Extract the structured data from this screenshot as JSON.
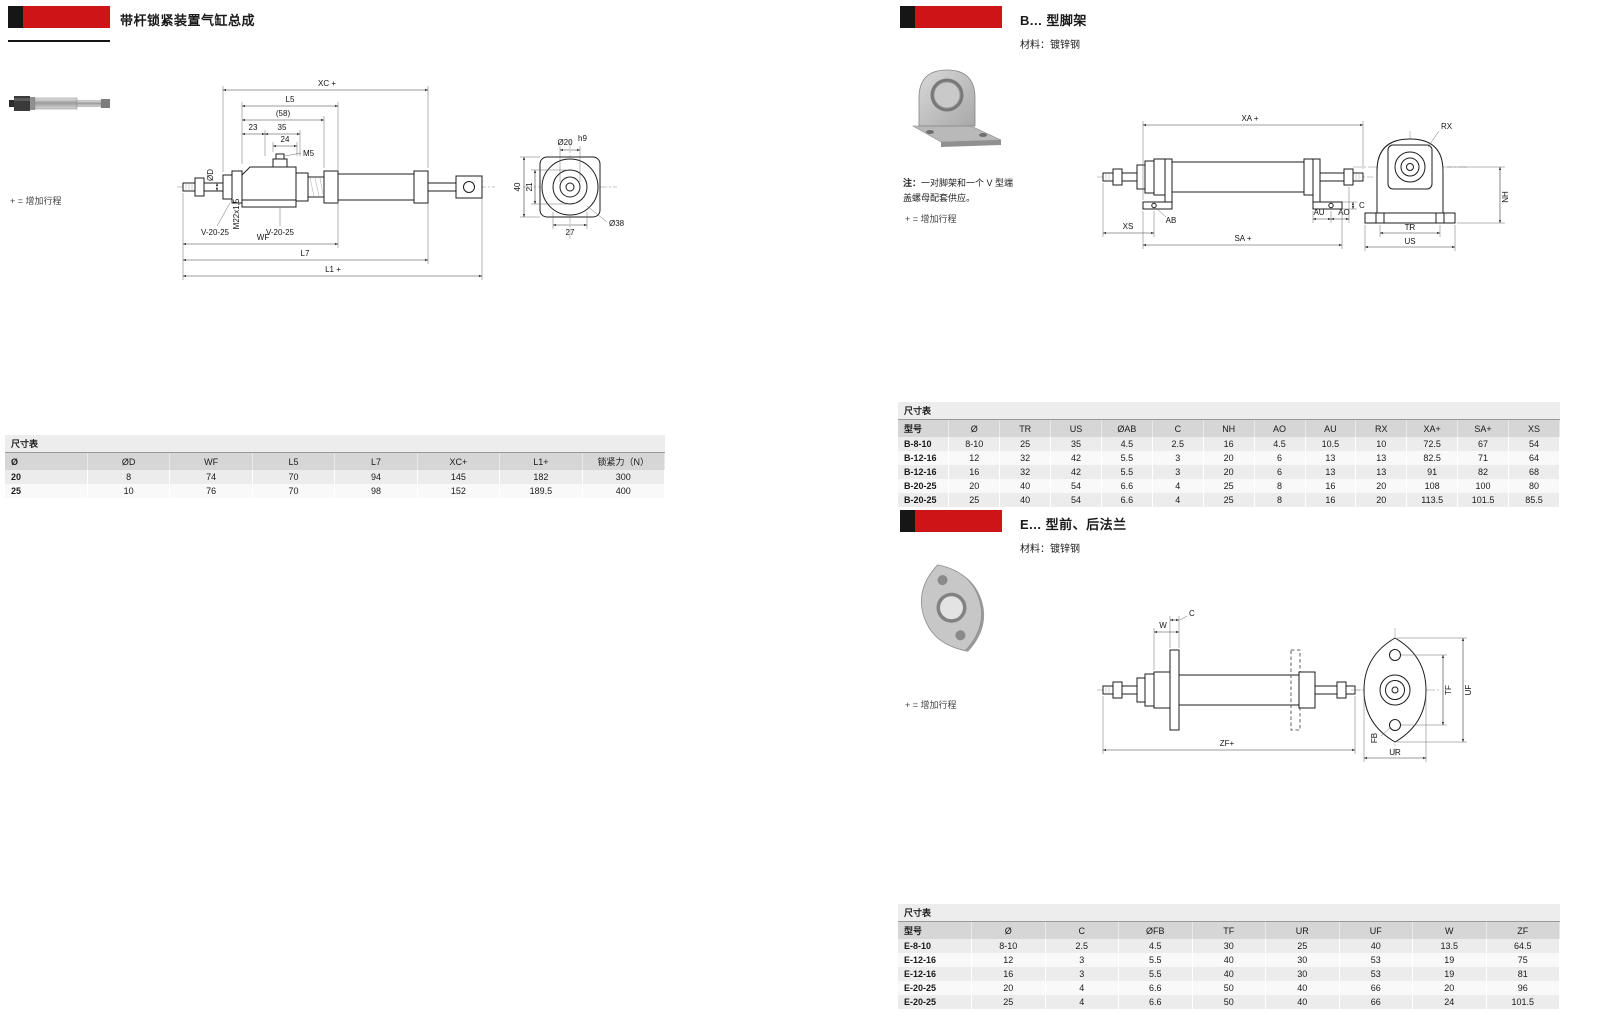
{
  "colors": {
    "accent_red": "#cf1418",
    "bar_black": "#161616"
  },
  "common": {
    "dim_table_caption": "尺寸表",
    "stroke_note": "+ = 增加行程",
    "material_label": "材料：镀锌钢"
  },
  "assembly": {
    "title": "带杆锁紧装置气缸总成",
    "drawing": {
      "xc": "XC +",
      "l5": "L5",
      "d58": "(58)",
      "d23": "23",
      "d35": "35",
      "d24": "24",
      "m5": "M5",
      "rod_dia": "ØD",
      "v_front": "V-20-25",
      "v_mid": "V-20-25",
      "m22": "M22x1,5",
      "wf": "WF",
      "l7": "L7",
      "l1": "L1 +",
      "d20": "Ø20",
      "d20_tol": "h9",
      "d40": "40",
      "d21": "21",
      "d27": "27",
      "d38": "Ø38"
    },
    "table": {
      "headers": [
        "Ø",
        "ØD",
        "WF",
        "L5",
        "L7",
        "XC+",
        "L1+",
        "锁紧力（N）"
      ],
      "rows": [
        [
          "20",
          "8",
          "74",
          "70",
          "94",
          "145",
          "182",
          "300"
        ],
        [
          "25",
          "10",
          "76",
          "70",
          "98",
          "152",
          "189.5",
          "400"
        ]
      ]
    }
  },
  "bracket": {
    "title": "B... 型脚架",
    "note_prefix": "注：",
    "note_line1": "一对脚架和一个 V 型端",
    "note_line2": "盖螺母配套供应。",
    "drawing": {
      "xa": "XA +",
      "c": "C",
      "ab": "AB",
      "xs": "XS",
      "au": "AU",
      "a0": "AO",
      "sa": "SA +",
      "rx": "RX",
      "nh": "NH",
      "tr": "TR",
      "us": "US"
    },
    "table": {
      "headers": [
        "型号",
        "Ø",
        "TR",
        "US",
        "ØAB",
        "C",
        "NH",
        "AO",
        "AU",
        "RX",
        "XA+",
        "SA+",
        "XS"
      ],
      "rows": [
        [
          "B-8-10",
          "8-10",
          "25",
          "35",
          "4.5",
          "2.5",
          "16",
          "4.5",
          "10.5",
          "10",
          "72.5",
          "67",
          "54"
        ],
        [
          "B-12-16",
          "12",
          "32",
          "42",
          "5.5",
          "3",
          "20",
          "6",
          "13",
          "13",
          "82.5",
          "71",
          "64"
        ],
        [
          "B-12-16",
          "16",
          "32",
          "42",
          "5.5",
          "3",
          "20",
          "6",
          "13",
          "13",
          "91",
          "82",
          "68"
        ],
        [
          "B-20-25",
          "20",
          "40",
          "54",
          "6.6",
          "4",
          "25",
          "8",
          "16",
          "20",
          "108",
          "100",
          "80"
        ],
        [
          "B-20-25",
          "25",
          "40",
          "54",
          "6.6",
          "4",
          "25",
          "8",
          "16",
          "20",
          "113.5",
          "101.5",
          "85.5"
        ]
      ]
    }
  },
  "flange": {
    "title": "E... 型前、后法兰",
    "drawing": {
      "w": "W",
      "c": "C",
      "zf": "ZF+",
      "tf": "TF",
      "uf": "UF",
      "fb": "FB",
      "ur": "UR"
    },
    "table": {
      "headers": [
        "型号",
        "Ø",
        "C",
        "ØFB",
        "TF",
        "UR",
        "UF",
        "W",
        "ZF"
      ],
      "rows": [
        [
          "E-8-10",
          "8-10",
          "2.5",
          "4.5",
          "30",
          "25",
          "40",
          "13.5",
          "64.5"
        ],
        [
          "E-12-16",
          "12",
          "3",
          "5.5",
          "40",
          "30",
          "53",
          "19",
          "75"
        ],
        [
          "E-12-16",
          "16",
          "3",
          "5.5",
          "40",
          "30",
          "53",
          "19",
          "81"
        ],
        [
          "E-20-25",
          "20",
          "4",
          "6.6",
          "50",
          "40",
          "66",
          "20",
          "96"
        ],
        [
          "E-20-25",
          "25",
          "4",
          "6.6",
          "50",
          "40",
          "66",
          "24",
          "101.5"
        ]
      ]
    }
  }
}
